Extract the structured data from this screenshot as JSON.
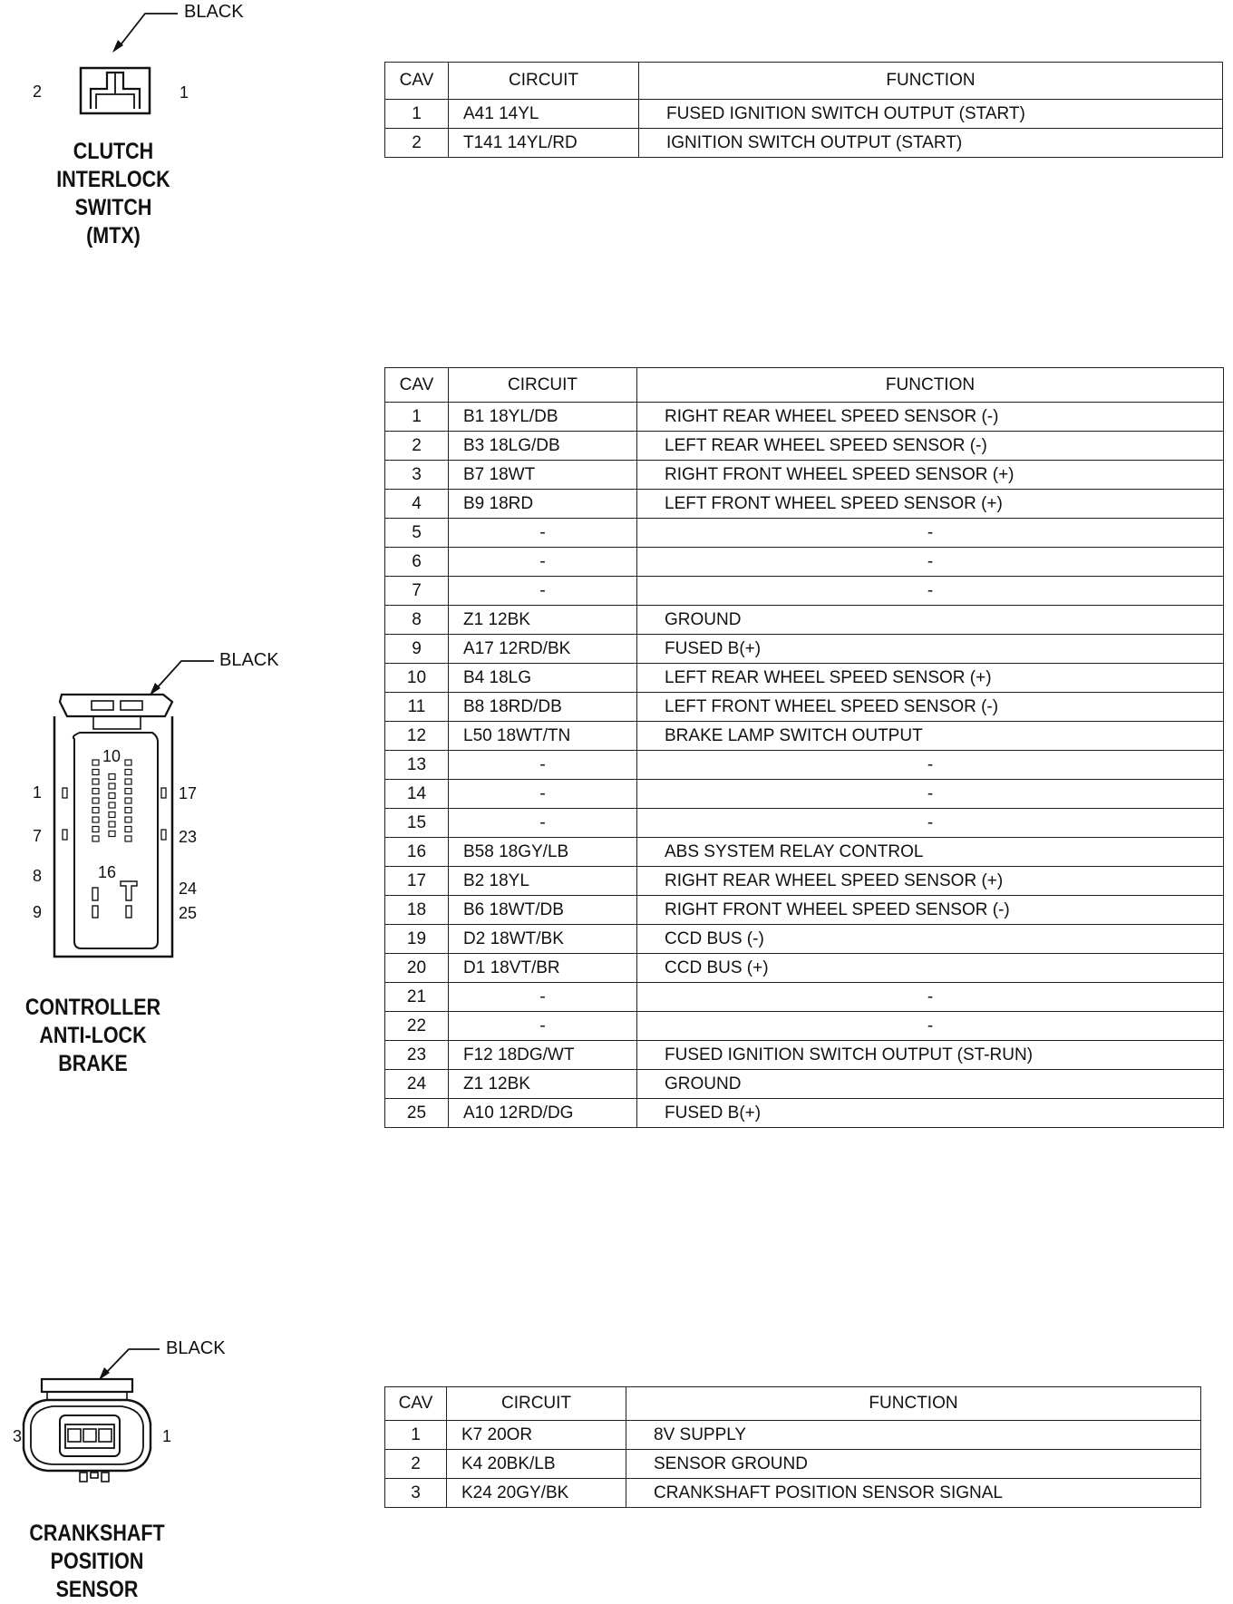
{
  "headers": {
    "cav": "CAV",
    "circuit": "CIRCUIT",
    "function": "FUNCTION"
  },
  "connectors": [
    {
      "id": "clutch",
      "title_lines": [
        "CLUTCH",
        "INTERLOCK SWITCH",
        "(MTX)"
      ],
      "color_label": "BLACK",
      "pin_labels": [
        "2",
        "1"
      ],
      "rows": [
        {
          "cav": "1",
          "circuit": "A41   14YL",
          "function": "FUSED IGNITION SWITCH OUTPUT (START)"
        },
        {
          "cav": "2",
          "circuit": "T141   14YL/RD",
          "function": "IGNITION SWITCH OUTPUT (START)"
        }
      ]
    },
    {
      "id": "abs",
      "title_lines": [
        "CONTROLLER",
        "ANTI-LOCK",
        "BRAKE"
      ],
      "color_label": "BLACK",
      "pin_labels": [
        "10",
        "1",
        "17",
        "7",
        "23",
        "8",
        "16",
        "24",
        "9",
        "25"
      ],
      "rows": [
        {
          "cav": "1",
          "circuit": "B1  18YL/DB",
          "function": "RIGHT REAR WHEEL SPEED SENSOR (-)"
        },
        {
          "cav": "2",
          "circuit": "B3  18LG/DB",
          "function": "LEFT REAR WHEEL SPEED SENSOR (-)"
        },
        {
          "cav": "3",
          "circuit": "B7   18WT",
          "function": "RIGHT FRONT WHEEL SPEED SENSOR (+)"
        },
        {
          "cav": "4",
          "circuit": "B9  18RD",
          "function": "LEFT FRONT WHEEL SPEED SENSOR (+)"
        },
        {
          "cav": "5",
          "circuit": "-",
          "function": "-"
        },
        {
          "cav": "6",
          "circuit": "-",
          "function": "-"
        },
        {
          "cav": "7",
          "circuit": "-",
          "function": "-"
        },
        {
          "cav": "8",
          "circuit": "Z1 12BK",
          "function": "GROUND"
        },
        {
          "cav": "9",
          "circuit": "A17 12RD/BK",
          "function": "FUSED B(+)"
        },
        {
          "cav": "10",
          "circuit": "B4  18LG",
          "function": "LEFT REAR WHEEL SPEED SENSOR (+)"
        },
        {
          "cav": "11",
          "circuit": "B8  18RD/DB",
          "function": "LEFT FRONT WHEEL SPEED SENSOR (-)"
        },
        {
          "cav": "12",
          "circuit": "L50   18WT/TN",
          "function": "BRAKE LAMP SWITCH OUTPUT"
        },
        {
          "cav": "13",
          "circuit": "-",
          "function": "-"
        },
        {
          "cav": "14",
          "circuit": "-",
          "function": "-"
        },
        {
          "cav": "15",
          "circuit": "-",
          "function": "-"
        },
        {
          "cav": "16",
          "circuit": "B58 18GY/LB",
          "function": "ABS SYSTEM RELAY CONTROL"
        },
        {
          "cav": "17",
          "circuit": "B2 18YL",
          "function": "RIGHT REAR WHEEL SPEED SENSOR (+)"
        },
        {
          "cav": "18",
          "circuit": "B6 18WT/DB",
          "function": "RIGHT FRONT WHEEL SPEED SENSOR (-)"
        },
        {
          "cav": "19",
          "circuit": "D2 18WT/BK",
          "function": "CCD BUS (-)"
        },
        {
          "cav": "20",
          "circuit": "D1 18VT/BR",
          "function": "CCD BUS (+)"
        },
        {
          "cav": "21",
          "circuit": "-",
          "function": "-"
        },
        {
          "cav": "22",
          "circuit": "-",
          "function": "-"
        },
        {
          "cav": "23",
          "circuit": "F12 18DG/WT",
          "function": "FUSED IGNITION SWITCH OUTPUT (ST-RUN)"
        },
        {
          "cav": "24",
          "circuit": "Z1 12BK",
          "function": "GROUND"
        },
        {
          "cav": "25",
          "circuit": "A10 12RD/DG",
          "function": "FUSED B(+)"
        }
      ]
    },
    {
      "id": "crank",
      "title_lines": [
        "CRANKSHAFT",
        "POSITION",
        "SENSOR"
      ],
      "color_label": "BLACK",
      "pin_labels": [
        "3",
        "1"
      ],
      "rows": [
        {
          "cav": "1",
          "circuit": "K7  20OR",
          "function": "8V SUPPLY"
        },
        {
          "cav": "2",
          "circuit": "K4  20BK/LB",
          "function": "SENSOR GROUND"
        },
        {
          "cav": "3",
          "circuit": "K24  20GY/BK",
          "function": "CRANKSHAFT POSITION SENSOR SIGNAL"
        }
      ]
    }
  ]
}
